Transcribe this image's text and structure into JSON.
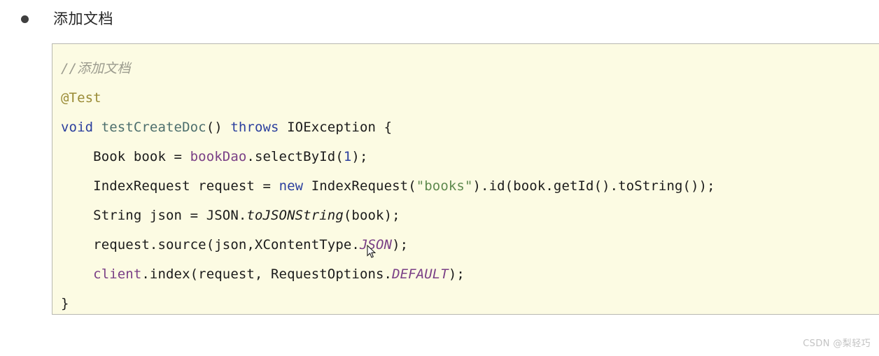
{
  "page": {
    "background_color": "#ffffff",
    "heading": {
      "bullet": "•",
      "title": "添加文档"
    },
    "watermark": "CSDN @梨轻巧"
  },
  "code_block": {
    "background_color": "#fcfbe3",
    "border_color": "#b8b8b0",
    "language": "java",
    "token_colors": {
      "comment": "#9b9b8e",
      "annotation": "#9a8b36",
      "keyword": "#2b3f9e",
      "method": "#4d6f6d",
      "field": "#7a3f86",
      "string": "#5e8a4e",
      "number": "#2b3f9e",
      "static_constant": "#7a3f86",
      "plain": "#1b1b1b"
    },
    "lines": [
      {
        "id": "line-comment",
        "tokens": [
          {
            "text": "//添加文档",
            "cls": "tok-comment"
          }
        ]
      },
      {
        "id": "line-annotation",
        "tokens": [
          {
            "text": "@Test",
            "cls": "tok-anno"
          }
        ]
      },
      {
        "id": "line-signature",
        "tokens": [
          {
            "text": "void",
            "cls": "tok-keyword"
          },
          {
            "text": " ",
            "cls": "tok-plain"
          },
          {
            "text": "testCreateDoc",
            "cls": "tok-method"
          },
          {
            "text": "() ",
            "cls": "tok-plain"
          },
          {
            "text": "throws",
            "cls": "tok-keyword"
          },
          {
            "text": " IOException {",
            "cls": "tok-plain"
          }
        ]
      },
      {
        "id": "line-select-book",
        "tokens": [
          {
            "text": "    Book book = ",
            "cls": "tok-plain"
          },
          {
            "text": "bookDao",
            "cls": "tok-field"
          },
          {
            "text": ".selectById(",
            "cls": "tok-plain"
          },
          {
            "text": "1",
            "cls": "tok-number"
          },
          {
            "text": ");",
            "cls": "tok-plain"
          }
        ]
      },
      {
        "id": "line-index-request",
        "tokens": [
          {
            "text": "    IndexRequest request = ",
            "cls": "tok-plain"
          },
          {
            "text": "new",
            "cls": "tok-keyword"
          },
          {
            "text": " IndexRequest(",
            "cls": "tok-plain"
          },
          {
            "text": "\"books\"",
            "cls": "tok-string"
          },
          {
            "text": ").id(book.getId().toString());",
            "cls": "tok-plain"
          }
        ]
      },
      {
        "id": "line-json-string",
        "tokens": [
          {
            "text": "    String json = JSON.",
            "cls": "tok-plain"
          },
          {
            "text": "toJSONString",
            "cls": "tok-italic"
          },
          {
            "text": "(book);",
            "cls": "tok-plain"
          }
        ]
      },
      {
        "id": "line-request-source",
        "tokens": [
          {
            "text": "    request.source(json,XContentType.",
            "cls": "tok-plain"
          },
          {
            "text": "JSON",
            "cls": "tok-static-it"
          },
          {
            "text": ");",
            "cls": "tok-plain"
          }
        ]
      },
      {
        "id": "line-client-index",
        "tokens": [
          {
            "text": "    ",
            "cls": "tok-plain"
          },
          {
            "text": "client",
            "cls": "tok-field"
          },
          {
            "text": ".index(request, RequestOptions.",
            "cls": "tok-plain"
          },
          {
            "text": "DEFAULT",
            "cls": "tok-static-it"
          },
          {
            "text": ");",
            "cls": "tok-plain"
          }
        ]
      },
      {
        "id": "line-close-brace",
        "tokens": [
          {
            "text": "}",
            "cls": "tok-plain"
          }
        ]
      }
    ]
  }
}
